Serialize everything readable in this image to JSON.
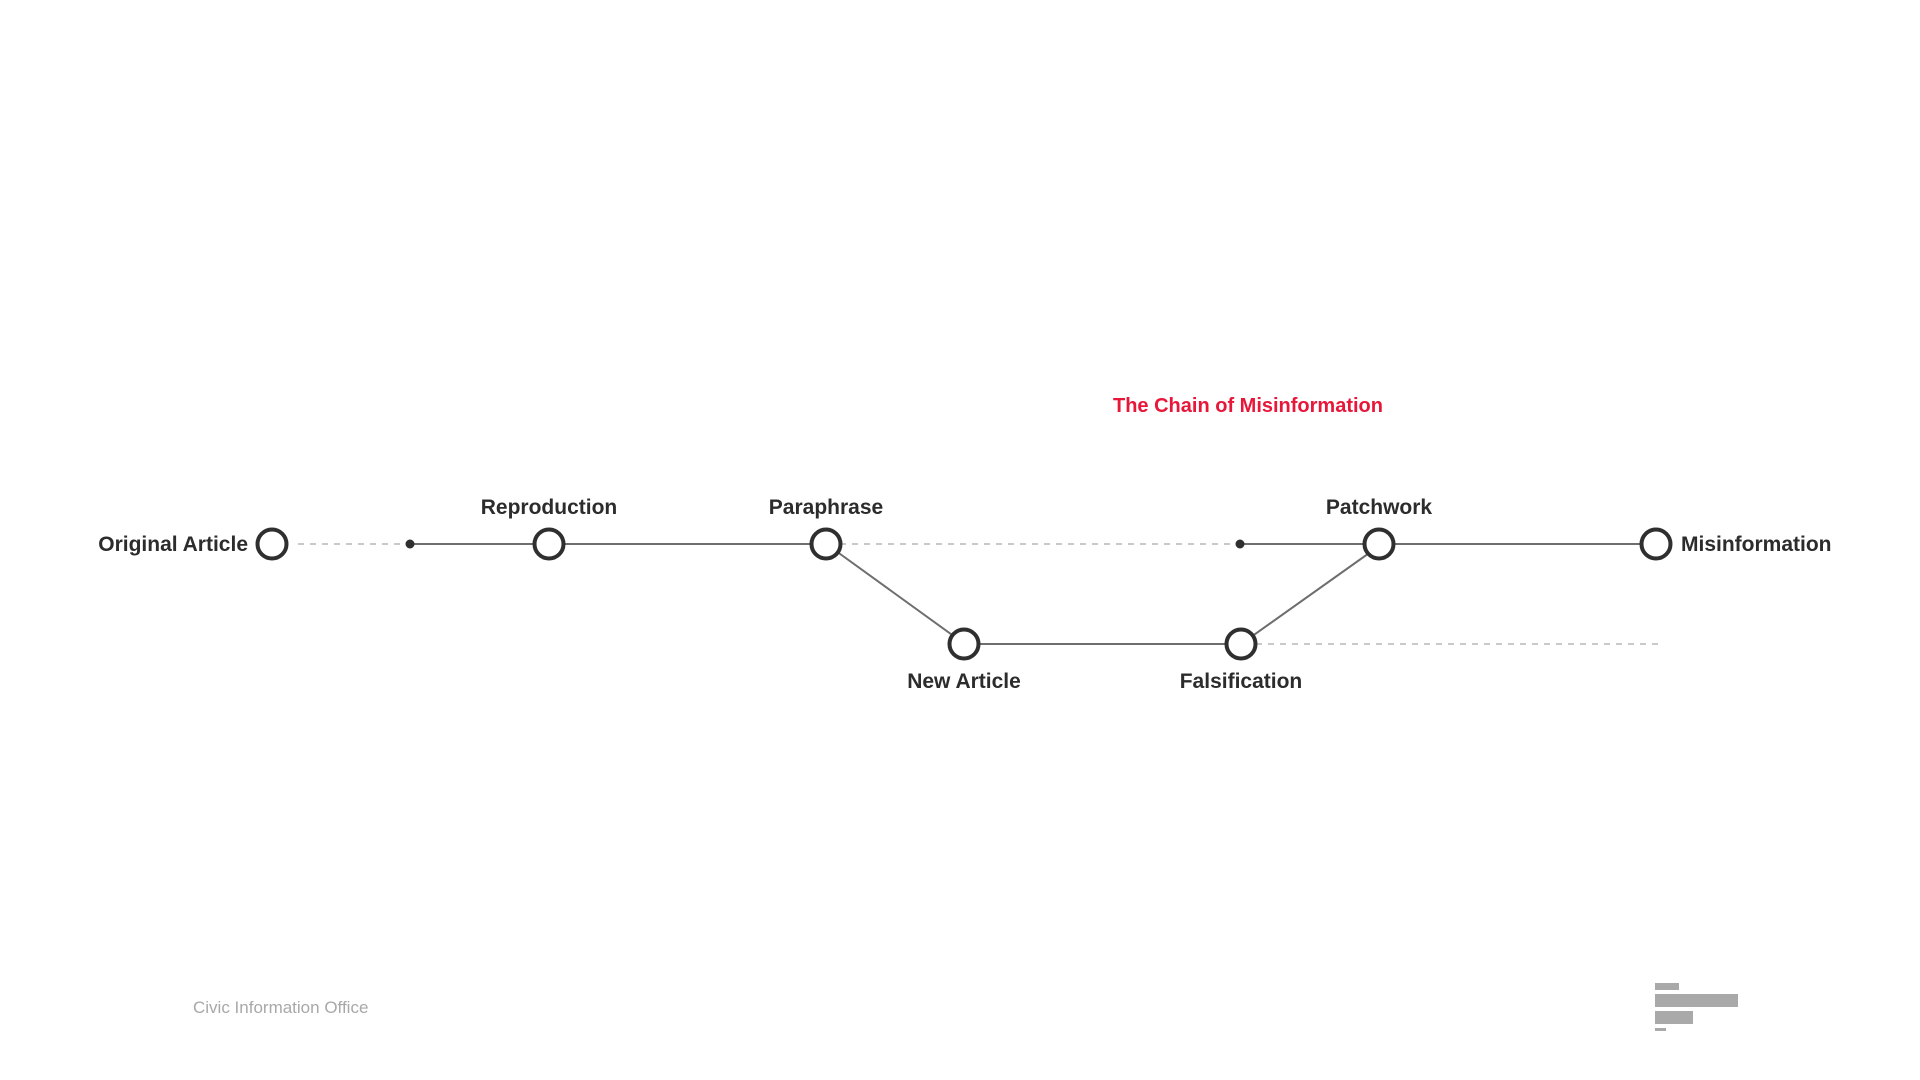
{
  "title": "The Chain of Misinformation",
  "nodes": {
    "original_article": "Original Article",
    "reproduction": "Reproduction",
    "paraphrase": "Paraphrase",
    "new_article": "New Article",
    "falsification": "Falsification",
    "patchwork": "Patchwork",
    "misinformation": "Misinformation"
  },
  "footer": {
    "organization": "Civic Information Office"
  },
  "colors": {
    "title": "#e8173a",
    "node_outline": "#2f2f2f",
    "link": "#6e6e6e",
    "dashed_link": "#c9c9c9",
    "footer_text": "#a8a8a8",
    "logo": "#a9a9a9"
  },
  "icons": {
    "logo": "bar-chart-logo-icon"
  }
}
